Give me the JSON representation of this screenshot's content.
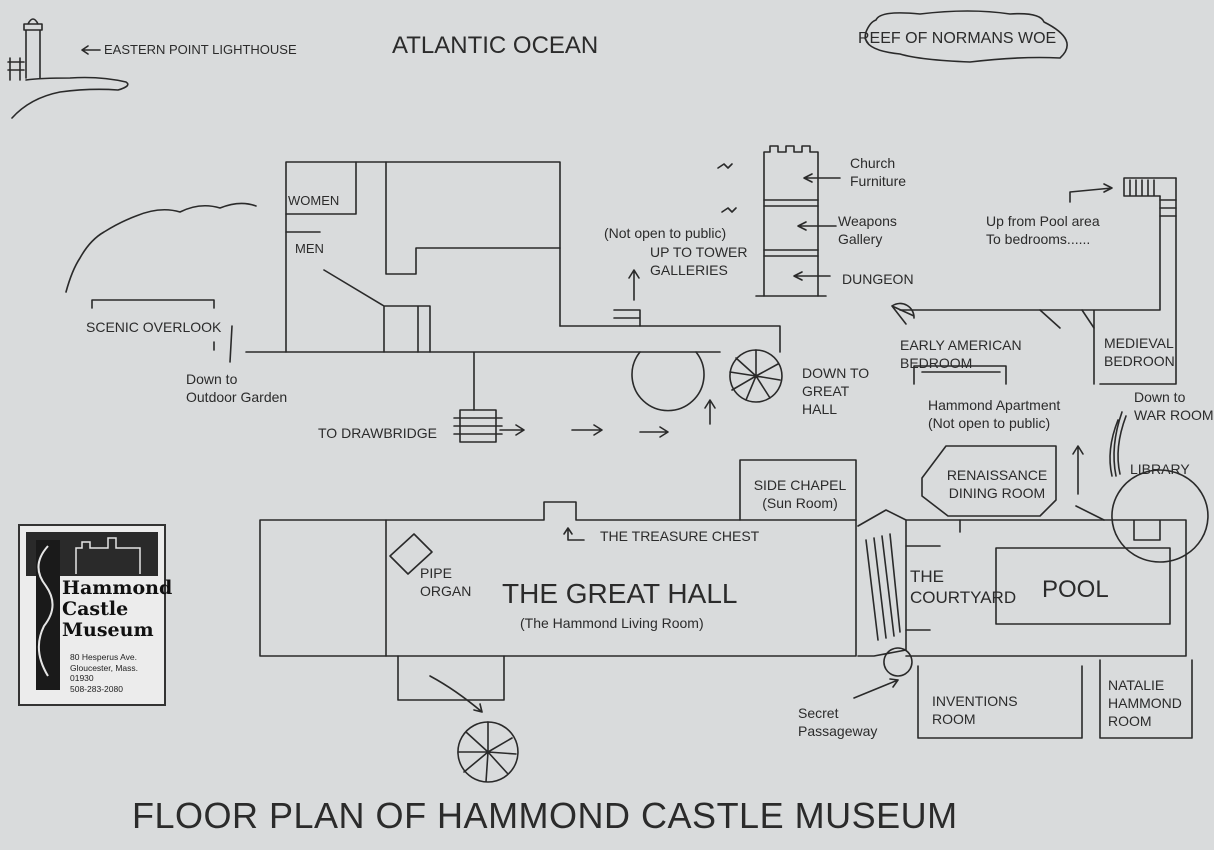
{
  "map": {
    "title": "FLOOR PLAN OF HAMMOND CASTLE MUSEUM",
    "header": {
      "lighthouse": "EASTERN POINT LIGHTHOUSE",
      "ocean": "ATLANTIC OCEAN",
      "reef": "REEF OF NORMANS WOE"
    },
    "labels": {
      "women": "WOMEN",
      "men": "MEN",
      "scenic_overlook": "SCENIC OVERLOOK",
      "down_outdoor_garden": "Down to\nOutdoor Garden",
      "to_drawbridge": "TO DRAWBRIDGE",
      "not_open_tower": "(Not open to public)",
      "up_to_tower": "UP TO TOWER\nGALLERIES",
      "church_furniture": "Church\nFurniture",
      "weapons_gallery": "Weapons\nGallery",
      "dungeon": "DUNGEON",
      "up_from_pool": "Up from Pool area\nTo bedrooms......",
      "early_american": "EARLY AMERICAN\nBEDROOM",
      "medieval_bedroom": "MEDIEVAL\nBEDROON",
      "down_great_hall": "DOWN TO\nGREAT\nHALL",
      "hammond_apartment": "Hammond Apartment\n(Not open to public)",
      "down_war_room": "Down to\nWAR ROOM",
      "library": "LIBRARY",
      "renaissance": "RENAISSANCE\nDINING ROOM",
      "side_chapel": "SIDE CHAPEL\n(Sun Room)",
      "treasure_chest": "THE TREASURE CHEST",
      "pipe_organ": "PIPE\nORGAN",
      "great_hall": "THE GREAT HALL",
      "great_hall_sub": "(The Hammond Living Room)",
      "the_courtyard": "THE\nCOURTYARD",
      "pool": "POOL",
      "secret_passageway": "Secret\nPassageway",
      "inventions_room": "INVENTIONS\nROOM",
      "natalie_room": "NATALIE\nHAMMOND\nROOM"
    },
    "logo": {
      "name": "Hammond\nCastle\nMuseum",
      "address": "80 Hesperus Ave.\nGloucester, Mass.\n01930\n508-283-2080"
    },
    "colors": {
      "background": "#d9dbdc",
      "ink": "#2a2a2a"
    }
  }
}
